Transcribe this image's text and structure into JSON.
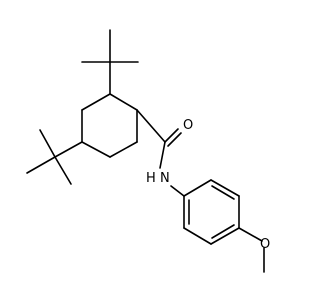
{
  "molecule": {
    "atoms": [
      {
        "symbol": "O",
        "label": "O",
        "color": "#000000"
      },
      {
        "symbol": "N",
        "label": "N",
        "color": "#000000"
      },
      {
        "symbol": "H",
        "label": "H",
        "color": "#000000"
      },
      {
        "symbol": "O",
        "label": "O",
        "color": "#000000"
      }
    ]
  },
  "colors": {
    "background": "#ffffff",
    "bond": "#000000"
  }
}
